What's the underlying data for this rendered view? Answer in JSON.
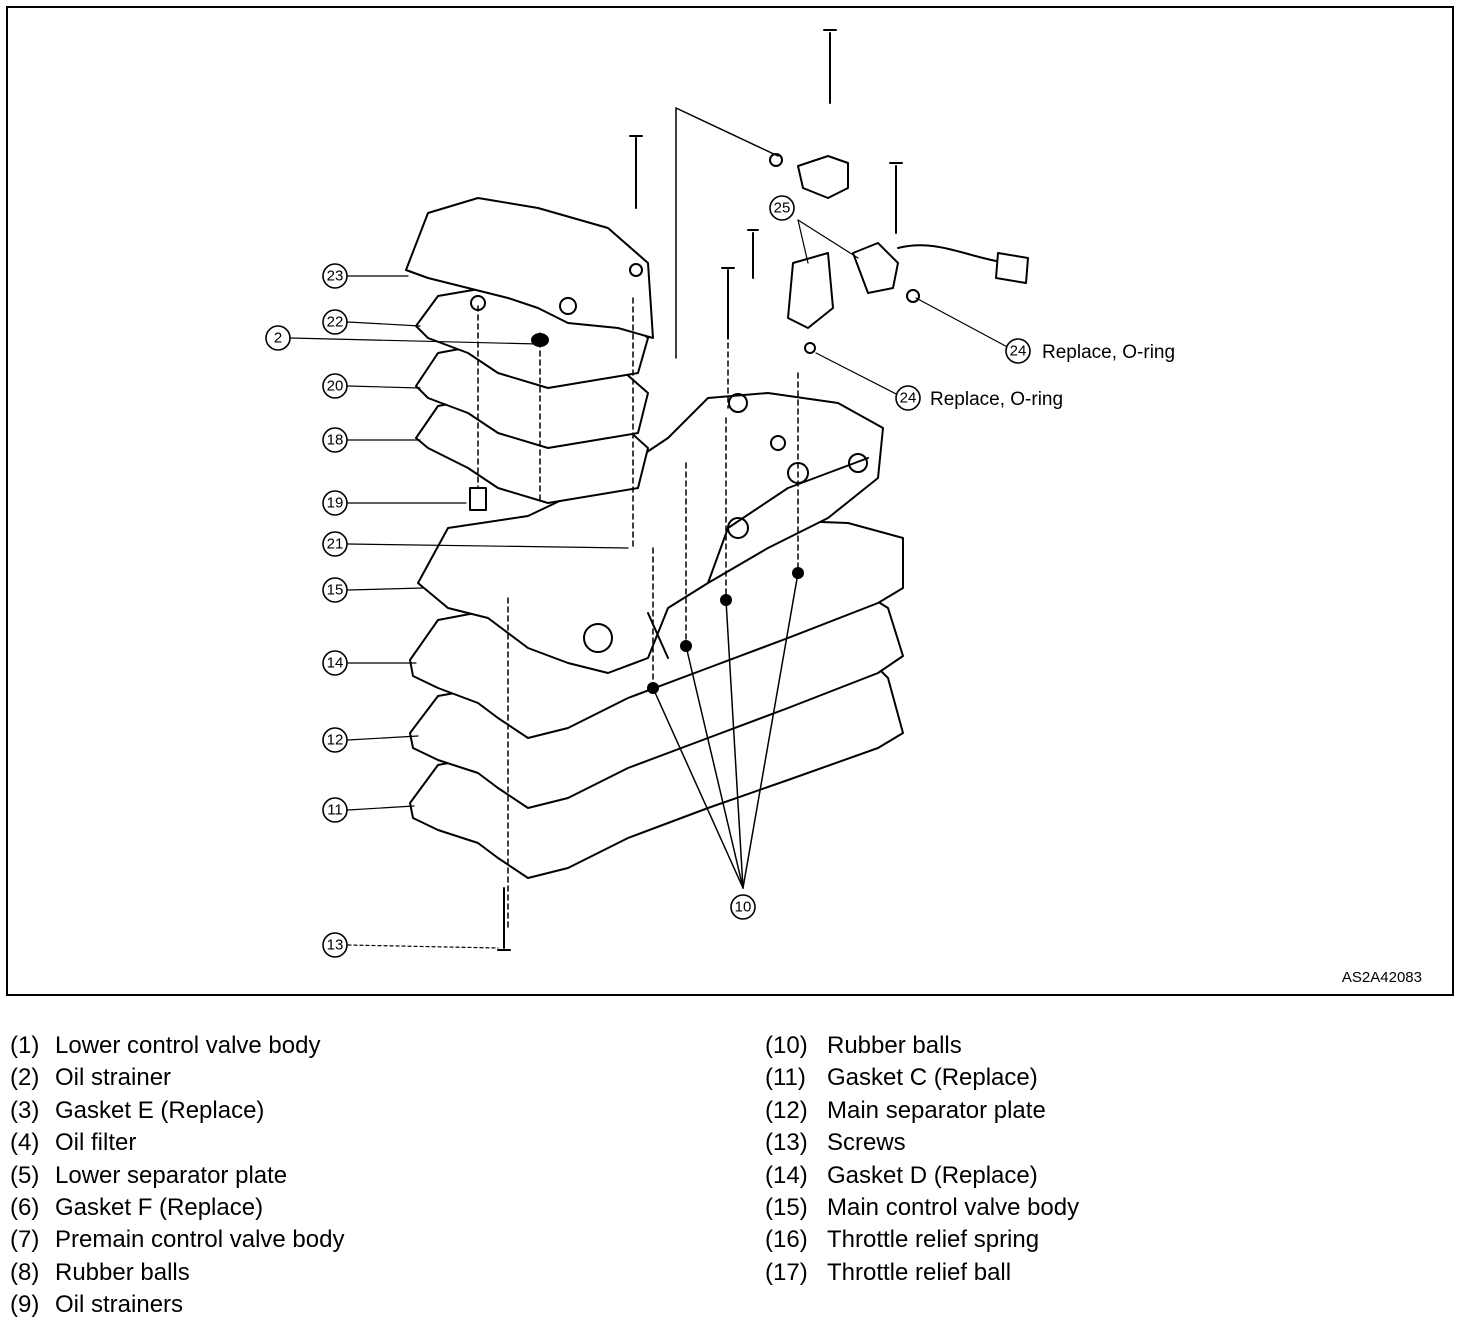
{
  "figure": {
    "reference_code": "AS2A42083",
    "callouts": [
      "23",
      "22",
      "2",
      "20",
      "18",
      "19",
      "21",
      "15",
      "14",
      "12",
      "11",
      "13",
      "10",
      "25",
      "24",
      "24"
    ],
    "callout_notes": {
      "o_ring_upper": "Replace, O-ring",
      "o_ring_lower": "Replace, O-ring"
    }
  },
  "legend": {
    "left": [
      {
        "num": "(1)",
        "label": "Lower control valve body"
      },
      {
        "num": "(2)",
        "label": "Oil strainer"
      },
      {
        "num": "(3)",
        "label": "Gasket E (Replace)"
      },
      {
        "num": "(4)",
        "label": "Oil filter"
      },
      {
        "num": "(5)",
        "label": "Lower separator plate"
      },
      {
        "num": "(6)",
        "label": "Gasket F (Replace)"
      },
      {
        "num": "(7)",
        "label": "Premain control valve body"
      },
      {
        "num": "(8)",
        "label": "Rubber balls"
      },
      {
        "num": "(9)",
        "label": "Oil strainers"
      }
    ],
    "right": [
      {
        "num": "(10)",
        "label": "Rubber balls"
      },
      {
        "num": "(11)",
        "label": "Gasket C (Replace)"
      },
      {
        "num": "(12)",
        "label": "Main separator plate"
      },
      {
        "num": "(13)",
        "label": "Screws"
      },
      {
        "num": "(14)",
        "label": "Gasket D (Replace)"
      },
      {
        "num": "(15)",
        "label": "Main control valve body"
      },
      {
        "num": "(16)",
        "label": "Throttle relief spring"
      },
      {
        "num": "(17)",
        "label": "Throttle relief ball"
      }
    ]
  }
}
